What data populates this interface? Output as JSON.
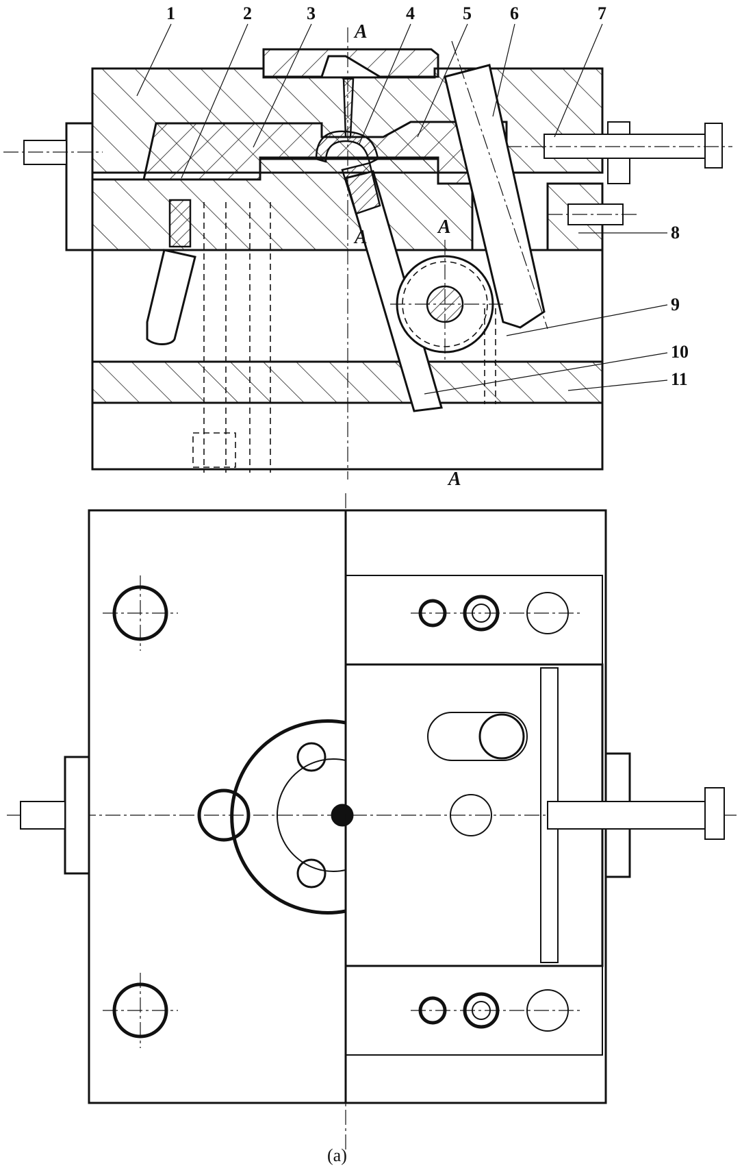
{
  "figure": {
    "caption": "(a)",
    "section_marks": {
      "top": "A",
      "bottom": "A",
      "aux_top": "A",
      "aux_bottom": "A"
    },
    "callouts": [
      {
        "id": "1",
        "text": "1"
      },
      {
        "id": "2",
        "text": "2"
      },
      {
        "id": "3",
        "text": "3"
      },
      {
        "id": "4",
        "text": "4"
      },
      {
        "id": "5",
        "text": "5"
      },
      {
        "id": "6",
        "text": "6"
      },
      {
        "id": "7",
        "text": "7"
      },
      {
        "id": "8",
        "text": "8"
      },
      {
        "id": "9",
        "text": "9"
      },
      {
        "id": "10",
        "text": "10"
      },
      {
        "id": "11",
        "text": "11"
      }
    ]
  }
}
